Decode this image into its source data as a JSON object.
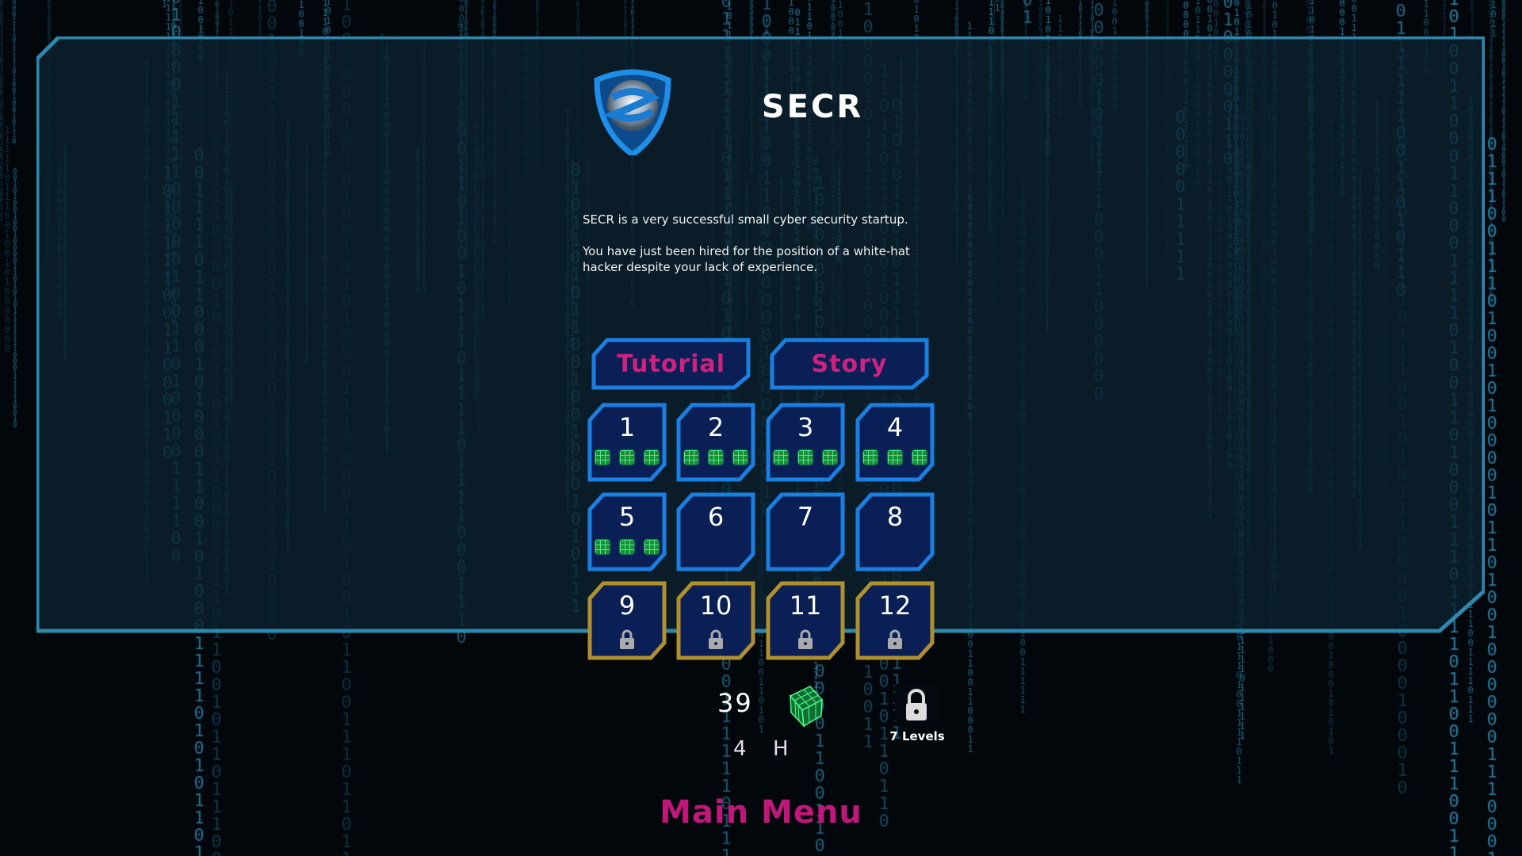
{
  "game": {
    "title": "SECR",
    "description": [
      "SECR is a very successful small cyber security startup.",
      "You have just been hired for the position of a white-hat",
      "hacker despite your lack of experience."
    ],
    "modes": [
      {
        "label": "Tutorial"
      },
      {
        "label": "Story"
      }
    ],
    "levels": [
      {
        "label": "1",
        "locked": false,
        "cubes": 3
      },
      {
        "label": "2",
        "locked": false,
        "cubes": 3
      },
      {
        "label": "3",
        "locked": false,
        "cubes": 3
      },
      {
        "label": "4",
        "locked": false,
        "cubes": 3
      },
      {
        "label": "5",
        "locked": false,
        "cubes": 3
      },
      {
        "label": "6",
        "locked": false,
        "cubes": 0
      },
      {
        "label": "7",
        "locked": false,
        "cubes": 0
      },
      {
        "label": "8",
        "locked": false,
        "cubes": 0
      },
      {
        "label": "9",
        "locked": true,
        "cubes": 0
      },
      {
        "label": "10",
        "locked": true,
        "cubes": 0
      },
      {
        "label": "11",
        "locked": true,
        "cubes": 0
      },
      {
        "label": "12",
        "locked": true,
        "cubes": 0
      }
    ],
    "stats": {
      "cube_count": "39",
      "hint_count": "4",
      "hint_key": "H",
      "locked_levels": "7 Levels"
    },
    "footer": {
      "main_menu": "Main Menu"
    }
  },
  "colors": {
    "unlocked_border": "#1a7fe0",
    "locked_border": "#b0902e",
    "tile_fill": "#0a1f55",
    "accent": "#d0217f",
    "panel_border": "#2f88ad",
    "cube_green": "#2fd866"
  },
  "icons": {
    "logo": "shield-s-logo",
    "cube": "green-cube-icon",
    "lock": "lock-icon"
  }
}
